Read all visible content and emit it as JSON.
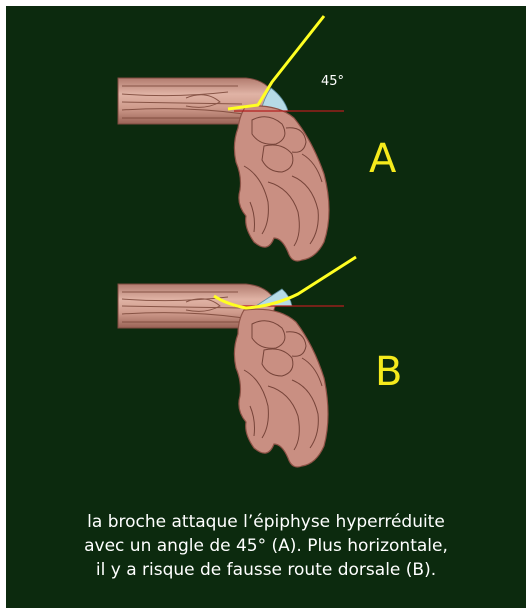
{
  "colors": {
    "background": "#0c2a0e",
    "text": "#ffffff",
    "letters": "#f5ea1c",
    "wire": "#ffff22",
    "reference_line": "#b41e1e",
    "angle_fill": "#b6dbe6",
    "bone": "#c98f82",
    "bone_dark": "#8d5246"
  },
  "figure": {
    "angle_label": "45°",
    "panel_a_label": "A",
    "panel_b_label": "B"
  },
  "caption": {
    "line1": "la broche attaque l’épiphyse hyperréduite",
    "line2": "avec un angle de 45° (A).  Plus horizontale,",
    "line3": "il y a risque de fausse route dorsale (B)."
  }
}
